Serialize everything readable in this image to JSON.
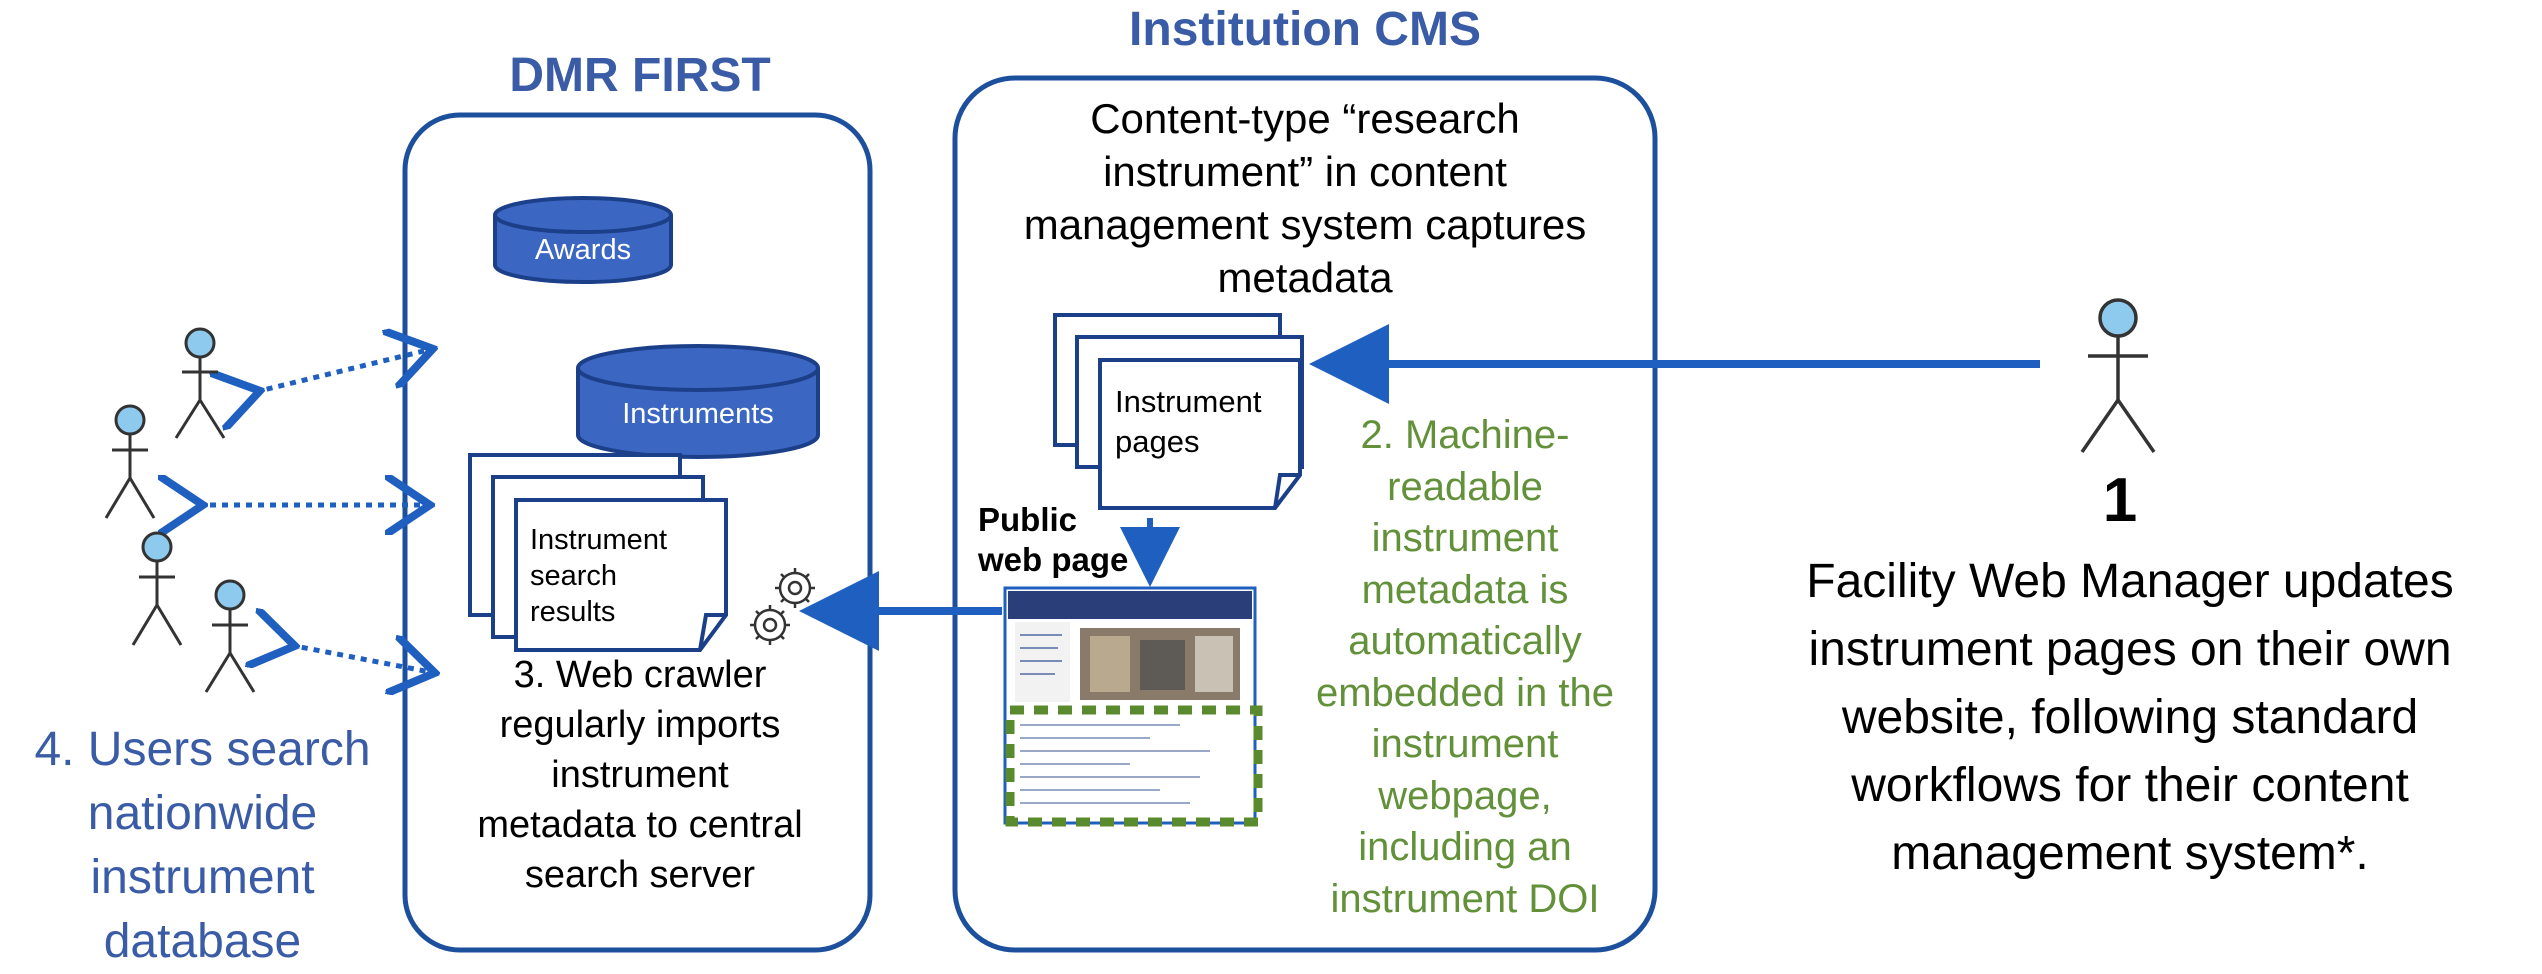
{
  "titles": {
    "dmr_first": "DMR FIRST",
    "institution_cms": "Institution CMS"
  },
  "cms": {
    "description": [
      "Content-type “research",
      "instrument” in content",
      "management system captures",
      "metadata"
    ],
    "instrument_pages_label": [
      "Instrument",
      "pages"
    ],
    "public_web_page_label": [
      "Public",
      "web page"
    ]
  },
  "dmr": {
    "awards_label": "Awards",
    "instruments_label": "Instruments",
    "search_results_label": [
      "Instrument",
      "search",
      "results"
    ],
    "step3": [
      "3. Web crawler",
      "regularly imports",
      "instrument",
      "metadata to central",
      "search server"
    ]
  },
  "step2": [
    "2. Machine-",
    "readable",
    "instrument",
    "metadata is",
    "automatically",
    "embedded in the",
    "instrument",
    "webpage,",
    "including an",
    "instrument DOI"
  ],
  "step1": {
    "number": "1",
    "lines": [
      "Facility Web Manager updates",
      "instrument pages on their own",
      "website, following standard",
      "workflows for their content",
      "management system*."
    ]
  },
  "step4": [
    "4. Users search",
    "nationwide",
    "instrument",
    "database"
  ],
  "colors": {
    "title_blue": "#3a5ba6",
    "arrow_blue": "#1f5fbf",
    "db_fill": "#3b66c2",
    "db_stroke": "#1c3f8a",
    "actor_head": "#8ec9ee",
    "green_text": "#62913a",
    "dashed_green": "#5a8a2e"
  }
}
